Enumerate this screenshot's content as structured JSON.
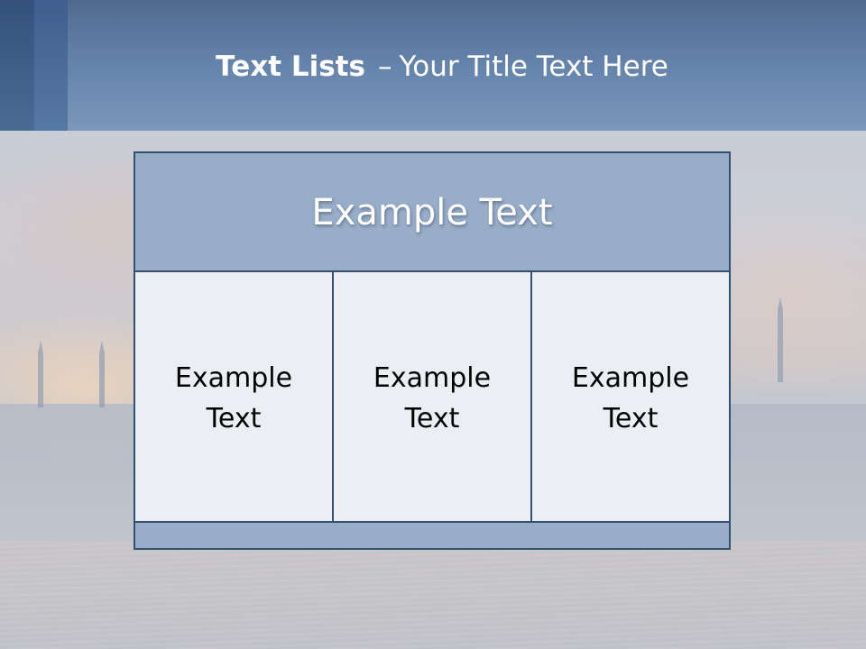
{
  "slide": {
    "title_bold": "Text Lists",
    "title_separator": "–",
    "title_rest": "Your Title Text Here"
  },
  "table": {
    "header_text": "Example Text",
    "cells": [
      {
        "text": "Example Text"
      },
      {
        "text": "Example Text"
      },
      {
        "text": "Example Text"
      }
    ]
  },
  "colors": {
    "header_bar": "#6584ab",
    "panel_header": "#98adc8",
    "panel_border": "#34506f",
    "cell_background": "#ebeff3"
  }
}
